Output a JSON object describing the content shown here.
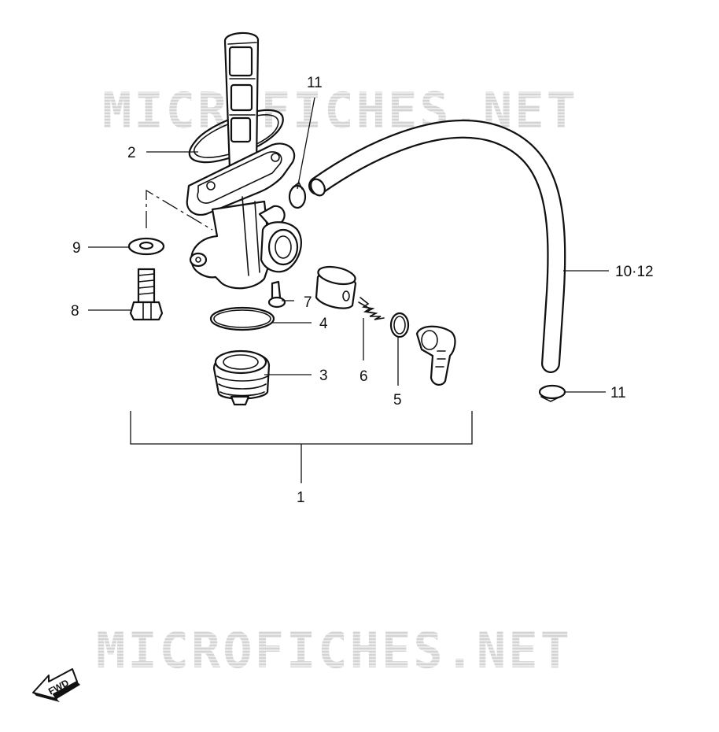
{
  "watermark": {
    "text_top": "MICROFICHES.NET",
    "text_bottom": "MICROFICHES.NET",
    "color": "#d4d4d4"
  },
  "fwd_label": "FWD",
  "callouts": {
    "c1": "1",
    "c2": "2",
    "c3": "3",
    "c4": "4",
    "c5": "5",
    "c6": "6",
    "c7": "7",
    "c8": "8",
    "c9": "9",
    "c10_12": "10·12",
    "c11_top": "11",
    "c11_right": "11"
  },
  "colors": {
    "line": "#111111",
    "background": "#ffffff"
  }
}
